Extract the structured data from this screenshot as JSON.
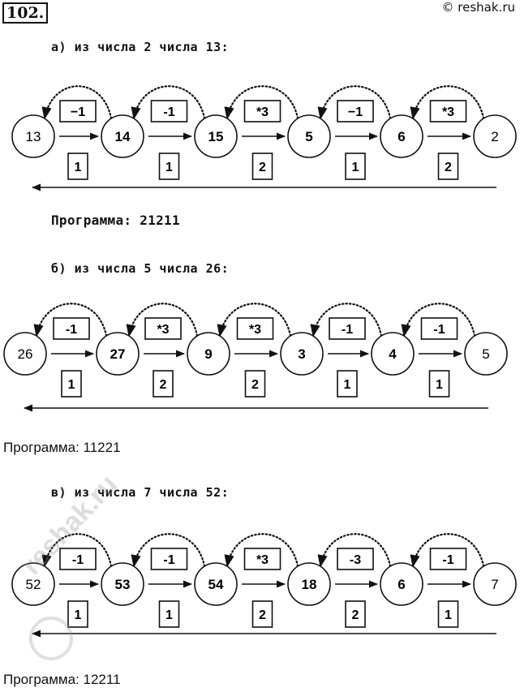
{
  "header": {
    "number": "102.",
    "copyright": "© reshak.ru"
  },
  "sections": [
    {
      "label": "а)  из числа 2 числа 13:",
      "nodes": [
        "13",
        "14",
        "15",
        "5",
        "6",
        "2"
      ],
      "ops": [
        "−1",
        "-1",
        "*3",
        "−1",
        "*3"
      ],
      "codes": [
        "1",
        "1",
        "2",
        "1",
        "2"
      ],
      "program": "Программа: 21211"
    },
    {
      "label": "б)  из числа 5 числа 26:",
      "nodes": [
        "26",
        "27",
        "9",
        "3",
        "4",
        "5"
      ],
      "ops": [
        "-1",
        "*3",
        "*3",
        "-1",
        "-1"
      ],
      "codes": [
        "1",
        "2",
        "2",
        "1",
        "1"
      ],
      "program": "Программа: 11221"
    },
    {
      "label": "в)  из числа 7 числа 52:",
      "nodes": [
        "52",
        "53",
        "54",
        "18",
        "6",
        "7"
      ],
      "ops": [
        "-1",
        "-1",
        "*3",
        "-3",
        "-1"
      ],
      "codes": [
        "1",
        "1",
        "2",
        "2",
        "1"
      ],
      "program": "Программа: 12211"
    }
  ],
  "watermark": "reshak.ru"
}
